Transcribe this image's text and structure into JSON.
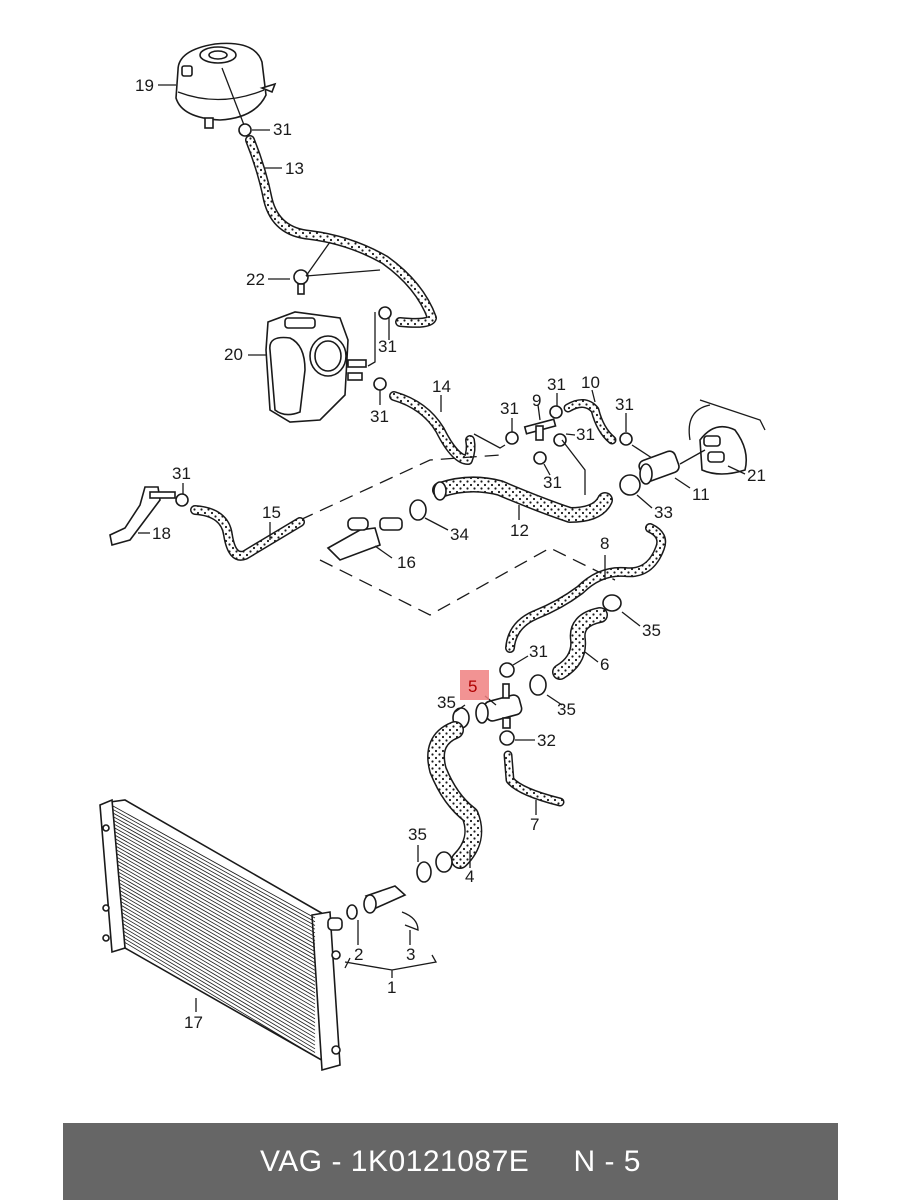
{
  "diagram": {
    "title": "Cooling system coolant hoses and connections",
    "highlight_color": "#f08080",
    "highlighted_callout": "5",
    "callouts": {
      "c1": "1",
      "c2": "2",
      "c3": "3",
      "c4": "4",
      "c5": "5",
      "c6": "6",
      "c7": "7",
      "c8": "8",
      "c9": "9",
      "c10": "10",
      "c11": "11",
      "c12": "12",
      "c13": "13",
      "c14": "14",
      "c15": "15",
      "c16": "16",
      "c17": "17",
      "c18": "18",
      "c19": "19",
      "c20": "20",
      "c21": "21",
      "c22": "22",
      "c31": "31",
      "c32": "32",
      "c33": "33",
      "c34": "34",
      "c35": "35"
    }
  },
  "footer": {
    "brand": "VAG",
    "part_number": "1K0121087E",
    "position": "N - 5",
    "text": "VAG - 1K0121087E     N - 5",
    "background": "#666666"
  }
}
